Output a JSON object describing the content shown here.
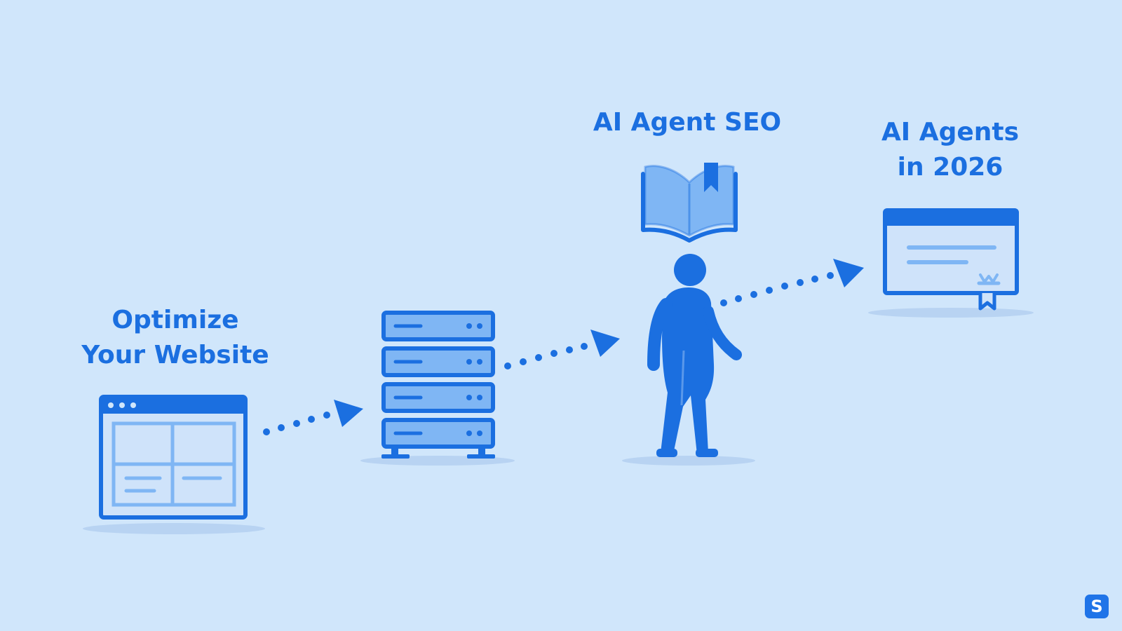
{
  "colors": {
    "background": "#d0e6fb",
    "primary": "#1b6fe0",
    "light_fill": "#7fb6f4",
    "shadow": "#b8d3f2"
  },
  "labels": {
    "optimize": {
      "line1": "Optimize",
      "line2": "Your Website"
    },
    "seo": {
      "line1": "AI Agent SEO"
    },
    "agents": {
      "line1": "AI Agents",
      "line2": "in 2026"
    }
  },
  "icons": [
    "website-window-icon",
    "server-rack-icon",
    "open-book-icon",
    "person-icon",
    "certificate-icon",
    "brand-logo-icon"
  ],
  "logo": {
    "glyph": "S"
  }
}
